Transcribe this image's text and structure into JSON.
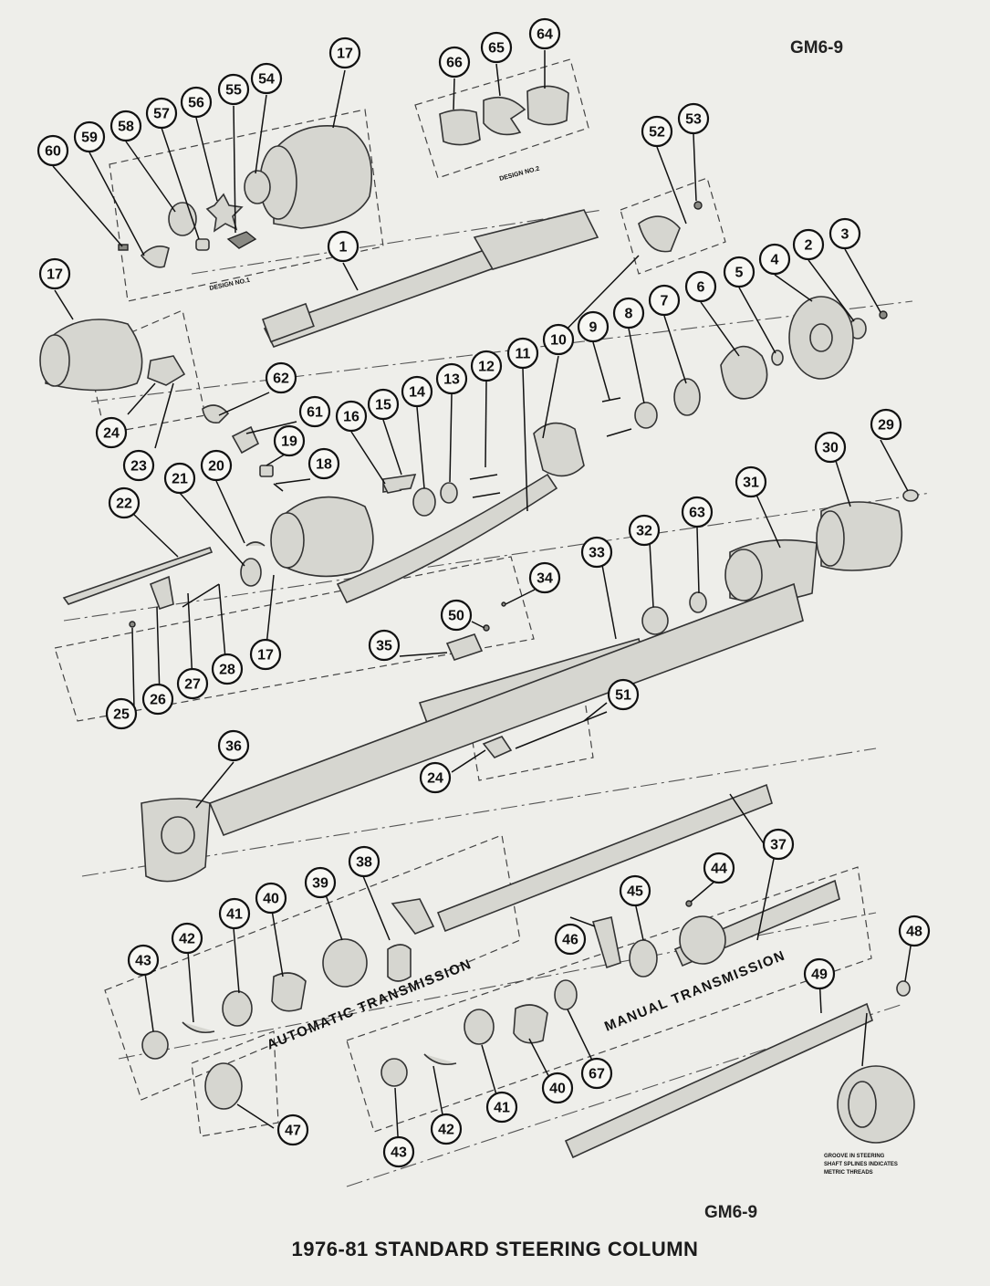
{
  "header": {
    "code": "GM6-9"
  },
  "footer": {
    "code": "GM6-9",
    "title": "1976-81 STANDARD STEERING COLUMN"
  },
  "group_labels": {
    "design_1": "DESIGN NO.1",
    "design_2": "DESIGN NO.2",
    "automatic": "AUTOMATIC TRANSMISSION",
    "manual": "MANUAL TRANSMISSION"
  },
  "note": {
    "line1": "GROOVE IN STEERING",
    "line2": "SHAFT SPLINES INDICATES",
    "line3": "METRIC THREADS"
  },
  "callouts": [
    "17",
    "66",
    "65",
    "64",
    "54",
    "55",
    "56",
    "57",
    "58",
    "59",
    "60",
    "53",
    "52",
    "1",
    "3",
    "2",
    "4",
    "5",
    "6",
    "7",
    "8",
    "9",
    "10",
    "11",
    "12",
    "13",
    "14",
    "15",
    "16",
    "62",
    "61",
    "19",
    "18",
    "17",
    "24",
    "23",
    "20",
    "21",
    "22",
    "29",
    "30",
    "31",
    "63",
    "32",
    "33",
    "34",
    "50",
    "35",
    "25",
    "26",
    "27",
    "28",
    "17",
    "51",
    "24",
    "36",
    "37",
    "44",
    "38",
    "39",
    "40",
    "41",
    "42",
    "43",
    "45",
    "46",
    "48",
    "49",
    "67",
    "40",
    "41",
    "42",
    "43",
    "47"
  ]
}
